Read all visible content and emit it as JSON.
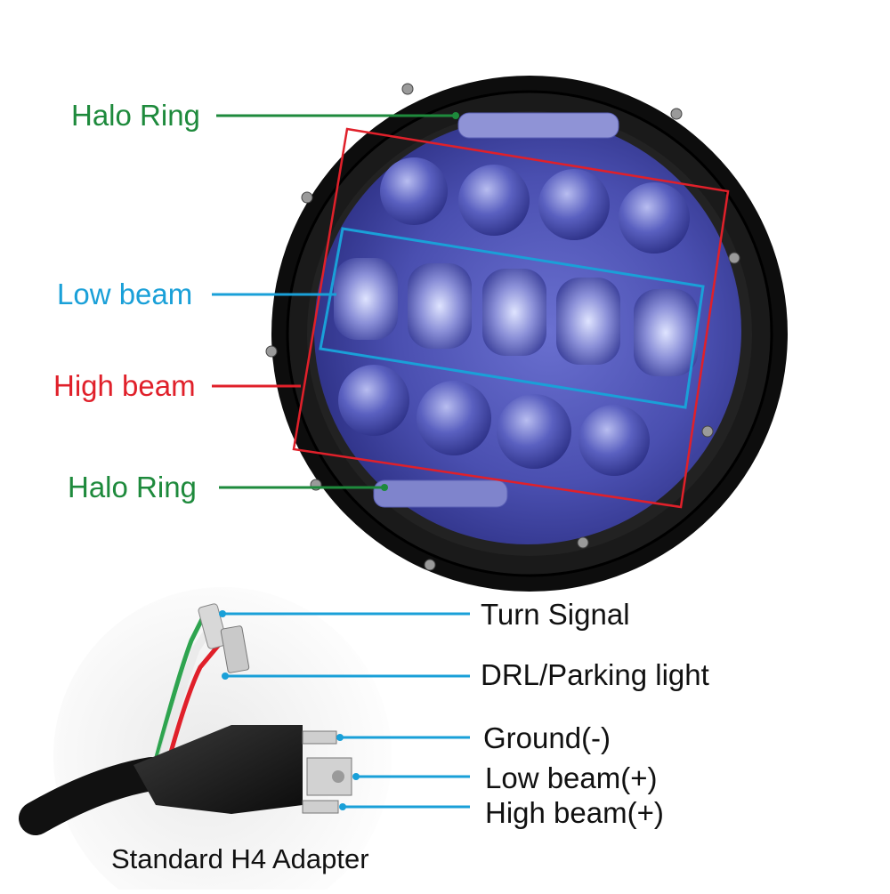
{
  "labels": {
    "halo_top": "Halo Ring",
    "low_beam": "Low beam",
    "high_beam": "High beam",
    "halo_bottom": "Halo Ring"
  },
  "connector_labels": {
    "turn_signal": "Turn Signal",
    "drl": "DRL/Parking light",
    "ground": "Ground(-)",
    "low_beam_plus": "Low beam(+)",
    "high_beam_plus": "High beam(+)"
  },
  "caption": "Standard H4 Adapter",
  "colors": {
    "halo": "#1e8a3c",
    "low_beam": "#1aa0d8",
    "high_beam": "#e0202a",
    "connector_line": "#1aa0d8",
    "lens": "#4a4fb0",
    "housing": "#111111"
  }
}
